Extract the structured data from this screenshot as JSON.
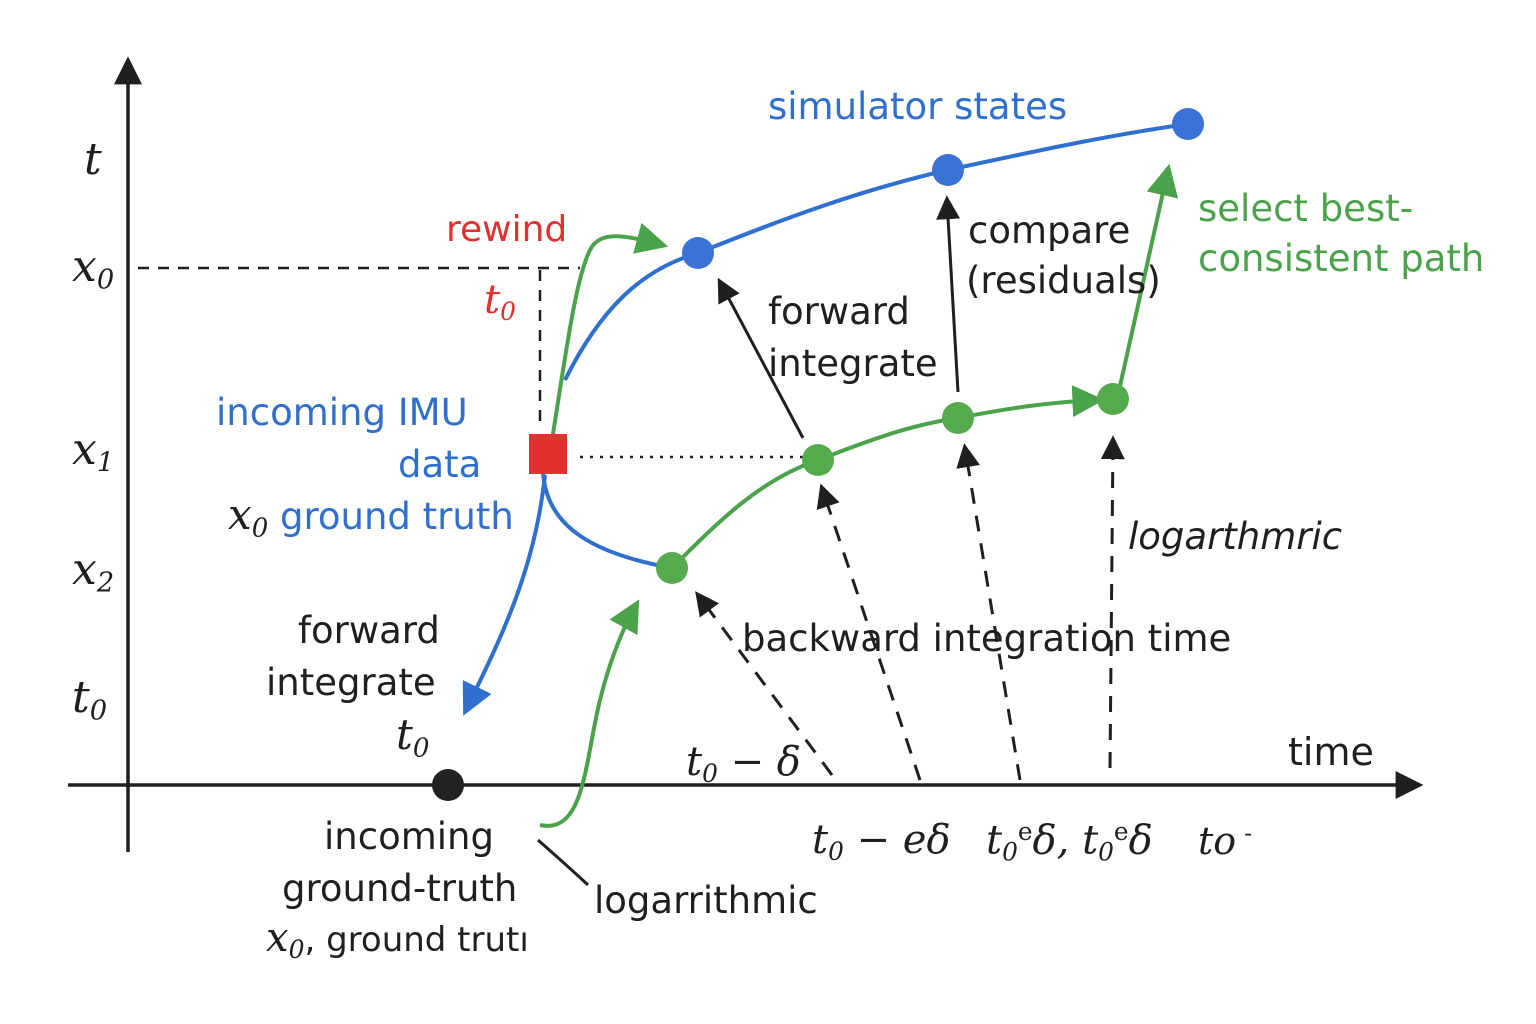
{
  "axes": {
    "y_label": "t",
    "x_label": "time",
    "y_ticks": [
      {
        "base": "x",
        "sub": "0"
      },
      {
        "base": "x",
        "sub": "1"
      },
      {
        "base": "x",
        "sub": "2"
      },
      {
        "base": "t",
        "sub": "0"
      }
    ]
  },
  "labels": {
    "simulator_states": "simulator states",
    "rewind": "rewind",
    "rewind_t0": {
      "base": "t",
      "sub": "0"
    },
    "incoming_imu_line1": "incoming IMU",
    "incoming_imu_line2": "data",
    "x0_ground_truth": {
      "base": "x",
      "sub": "0",
      "rest": " ground truth"
    },
    "forward_integrate_left_1": "forward",
    "forward_integrate_left_2": "integrate",
    "forward_integrate_t0": {
      "base": "t",
      "sub": "0"
    },
    "forward_integrate_mid_1": "forward",
    "forward_integrate_mid_2": "integrate",
    "compare_1": "compare",
    "compare_2": "(residuals)",
    "select_1": "select best-",
    "select_2": "consistent path",
    "logarthmric": "logarthmric",
    "backward_integration_time": "backward integration time",
    "t0_minus_delta": {
      "base": "t",
      "sub": "0",
      "rest": " − δ"
    },
    "incoming_gt_1": "incoming",
    "incoming_gt_2": "ground-truth",
    "incoming_gt_3": {
      "base": "x",
      "sub": "0",
      "rest": ", ground trutı"
    },
    "logarrithmic": "logarrithmic",
    "tick_t0_minus_edelta": {
      "base": "t",
      "sub": "0",
      "rest": " − eδ"
    },
    "tick_t0_e_delta_pair": {
      "base": "t",
      "sub": "0",
      "sup": "e",
      "mid": "δ, ",
      "base2": "t",
      "sub2": "0",
      "sup2": "e",
      "end": "δ"
    },
    "tick_to": "to",
    "tick_dash": "-"
  },
  "colors": {
    "blue": "#2f6fd0",
    "green": "#4aa24a",
    "red": "#e03030",
    "ink": "#1f1f1f"
  }
}
